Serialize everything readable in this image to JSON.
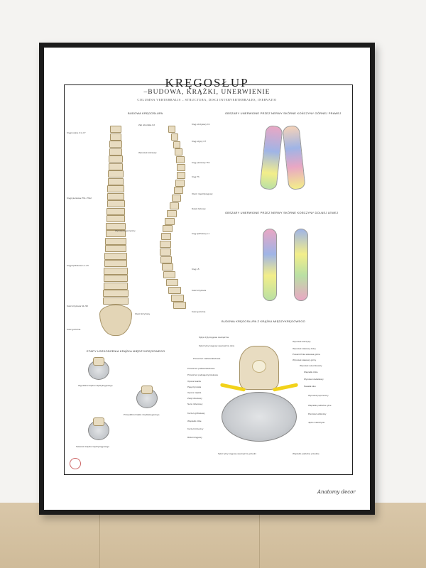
{
  "poster": {
    "title": "KRĘGOSŁUP",
    "subtitle": "–BUDOWA, KRĄŻKI, UNERWIENIE",
    "latin": "COLUMNA VERTEBRALIS – STRUCTURA, DISCI INTERVERTEBRALES, INERVATIO",
    "signature": "Anatomy decor"
  },
  "sections": {
    "spine": "BUDOWA KRĘGOSŁUPA",
    "upper_limb": "OBSZARY UNERWIONE PRZEZ NERWY SKÓRNE KOŃCZYNY GÓRNEJ PRAWEJ",
    "lower_limb": "OBSZARY UNERWIONE PRZEZ NERWY SKÓRNE KOŃCZYNY DOLNEJ LEWEJ",
    "vertebra": "BUDOWA KRĘGOSŁUPA Z KRĄŻKA MIĘDZYKRĘGOWEGO",
    "degeneration": "ETAPY USZKODZENIA KRĄŻKA MIĘDZYKRĘGOWEGO"
  },
  "spine_labels_left": [
    "Kręgi szyjne C1–C7",
    "Kręgi piersiowe Th1–Th12",
    "Kręgi lędźwiowe L1–L5",
    "Kość krzyżowa S1–S5",
    "Kość guziczna"
  ],
  "spine_labels_mid": [
    "Ząb obrotnika C2",
    "Wyrostek kolczysty",
    "Wyrostek poprzeczny",
    "Otwór krzyżowy"
  ],
  "spine_labels_right": [
    "Kręg szczytowy C1",
    "Kręg szyjny C7",
    "Kręg piersiowy Th1",
    "Kręg Th",
    "Otwór międzykręgowy",
    "Dołek żebrowy",
    "Kręg lędźwiowy L1",
    "Kręg L5",
    "Kość krzyżowa",
    "Kość guziczna"
  ],
  "vertebra_labels_left": [
    "Spływ żyły kręgowe zewnętrzne",
    "Splot żylny kręgowy wewnętrzny tylny",
    "Przestrzeń nadtwardówkowa",
    "Przestrzeń podtwardówkowa",
    "Przestrzeń podpajęczynówkowa",
    "Opona twarda",
    "Pajęczynówka",
    "Opona miękka",
    "Zwój rdzeniowy",
    "Nerw rdzeniowy",
    "Korzeń grzbietowy",
    "Więzadło żółte",
    "Korzeń brzuszny",
    "Rdzeń kręgowy",
    "Splot żylny kręgowy wewnętrzny przedni"
  ],
  "vertebra_labels_right": [
    "Wyrostek kolczysty",
    "Wyrostek stawowy dolny",
    "Powierzchnia stawowa górna",
    "Wyrostek stawowy górny",
    "Wyrostek suteczkowaty",
    "Więzadło żółte",
    "Wyrostek dodatkowy",
    "Nasada łuku",
    "Wyrostek poprzeczny",
    "Więzadło podłużne tylne",
    "Pierścień włóknisty",
    "Jądro miażdżyste",
    "Więzadło podłużne przednie"
  ],
  "disc_stages": [
    "Wypuklina krążka międzykręgowego",
    "Przepuklina krążka międzykręgowego",
    "Sekwestr krążka międzykręgowego"
  ],
  "colors": {
    "frame": "#1b1b1b",
    "bone": "#e8dcc1",
    "nerve": "#f2d21a",
    "disc": "#c9ccd0",
    "derm_pink": "#e9a7c4",
    "derm_blue": "#9fb4e6",
    "derm_yellow": "#f3ee8a",
    "derm_green": "#b9e0a4"
  }
}
